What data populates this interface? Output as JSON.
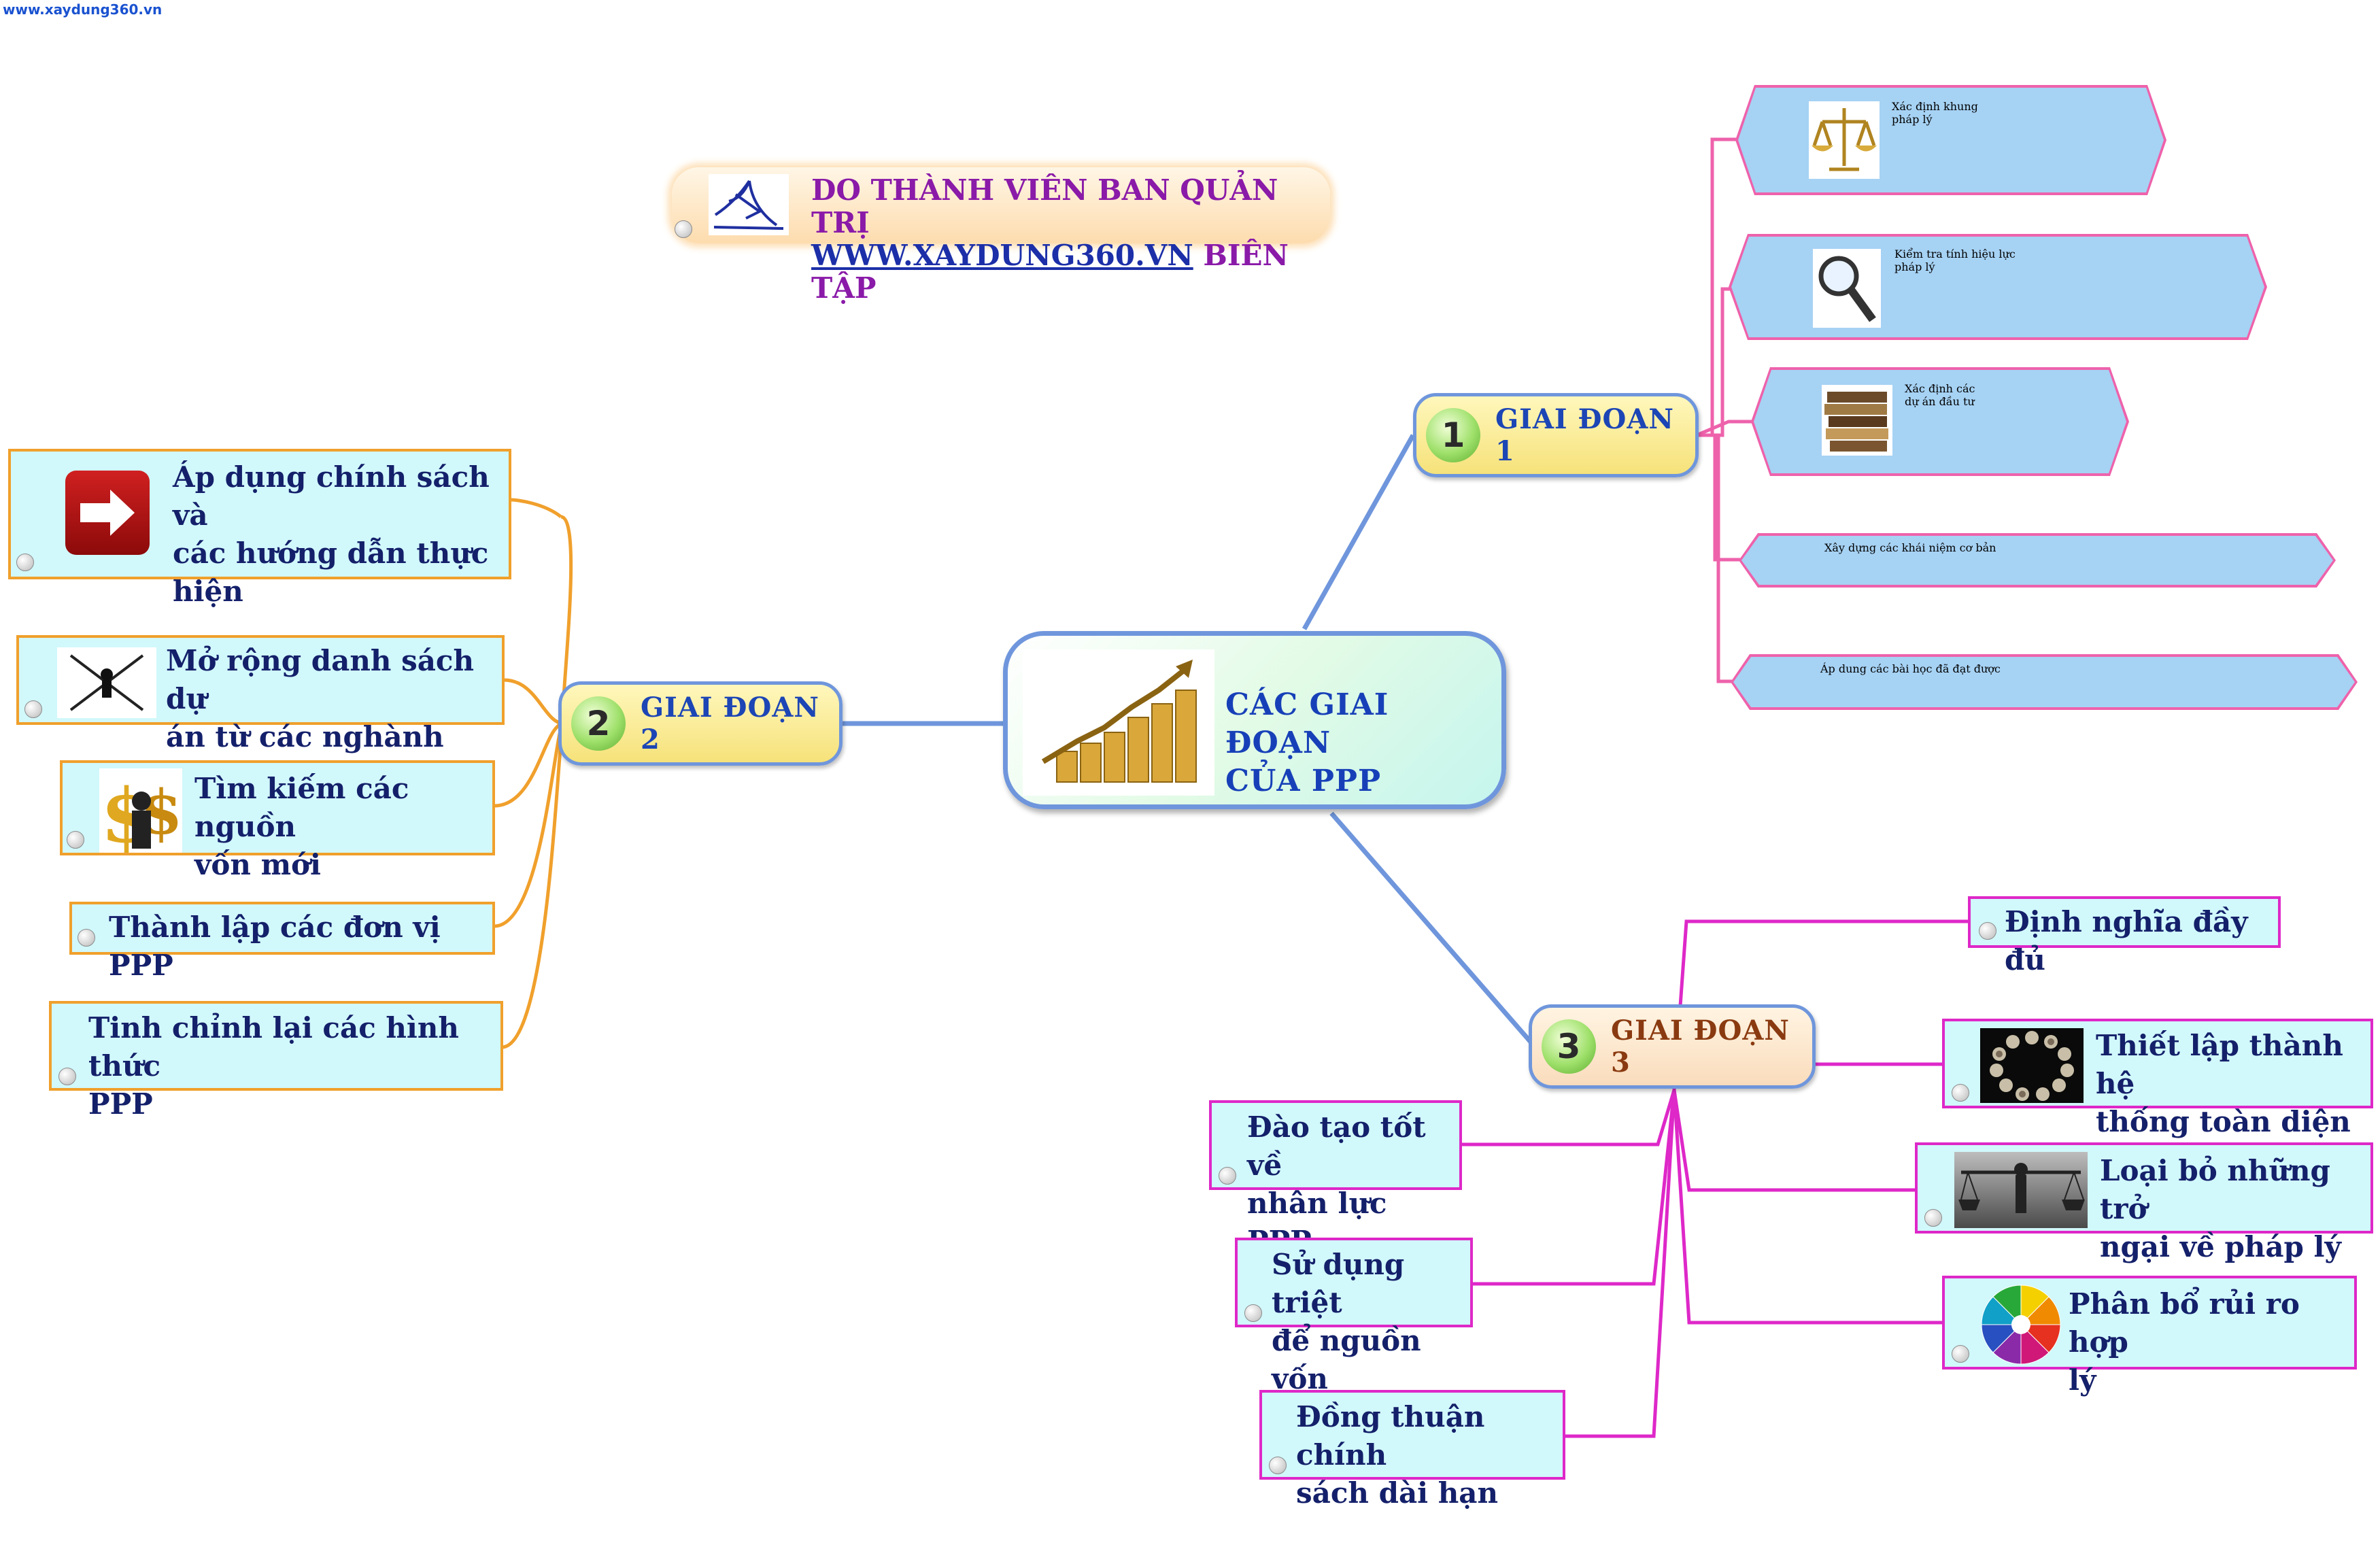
{
  "watermark": "www.xaydung360.vn",
  "banner": {
    "line1": "DO THÀNH VIÊN BAN QUẢN TRỊ",
    "line2_link": "WWW.XAYDUNG360.VN",
    "line2_rest": " BIÊN TẬP"
  },
  "center": {
    "line1": "CÁC GIAI ĐOẠN",
    "line2": "CỦA PPP"
  },
  "phase1": {
    "number": "1",
    "label": "GIAI ĐOẠN 1",
    "items": [
      {
        "line1": "Xác định khung",
        "line2": "pháp lý",
        "icon": "scales-icon"
      },
      {
        "line1": "Kiểm tra tính hiệu lực",
        "line2": "pháp lý",
        "icon": "magnifier-icon"
      },
      {
        "line1": "Xác định các",
        "line2": "dự án đầu tư",
        "icon": "books-icon"
      },
      {
        "line1": "Xây dựng các khái niệm cơ bản"
      },
      {
        "line1": "Áp dung các bài học đã đạt được"
      }
    ]
  },
  "phase2": {
    "number": "2",
    "label": "GIAI ĐOẠN 2",
    "items": [
      {
        "line1": "Áp dụng chính sách và",
        "line2": "các hướng dẫn thực",
        "line3": "hiện",
        "icon": "arrow-right-icon"
      },
      {
        "line1": "Mở rộng danh sách dự",
        "line2": "án từ các nghành khác",
        "icon": "expand-arrows-icon"
      },
      {
        "line1": "Tìm kiếm các nguồn",
        "line2": "vốn mới",
        "icon": "dollar-person-icon"
      },
      {
        "line1": "Thành lập các đơn vị PPP"
      },
      {
        "line1": "Tinh chỉnh lại các hình thức",
        "line2": "PPP"
      }
    ]
  },
  "phase3": {
    "number": "3",
    "label": "GIAI ĐOẠN 3",
    "right_items": [
      {
        "line1": "Định nghĩa đầy đủ"
      },
      {
        "line1": "Thiết lập thành hệ",
        "line2": "thống toàn diện",
        "icon": "ring-icon"
      },
      {
        "line1": "Loại bỏ những trở",
        "line2": "ngại về pháp lý",
        "icon": "balance-pole-icon"
      },
      {
        "line1": "Phân bổ rủi ro hợp",
        "line2": "lý",
        "icon": "color-wheel-icon"
      }
    ],
    "left_items": [
      {
        "line1": "Đào tạo tốt về",
        "line2": "nhân lực  PPP"
      },
      {
        "line1": "Sử dụng triệt",
        "line2": "để nguồn vốn"
      },
      {
        "line1": "Đồng thuận chính",
        "line2": "sách dài hạn"
      }
    ]
  },
  "colors": {
    "phase1_branch": "#ee62ab",
    "phase2_branch": "#f0a02c",
    "phase3_branch": "#de28c8",
    "main_branch": "#6f96dc",
    "text": "#14206a"
  }
}
